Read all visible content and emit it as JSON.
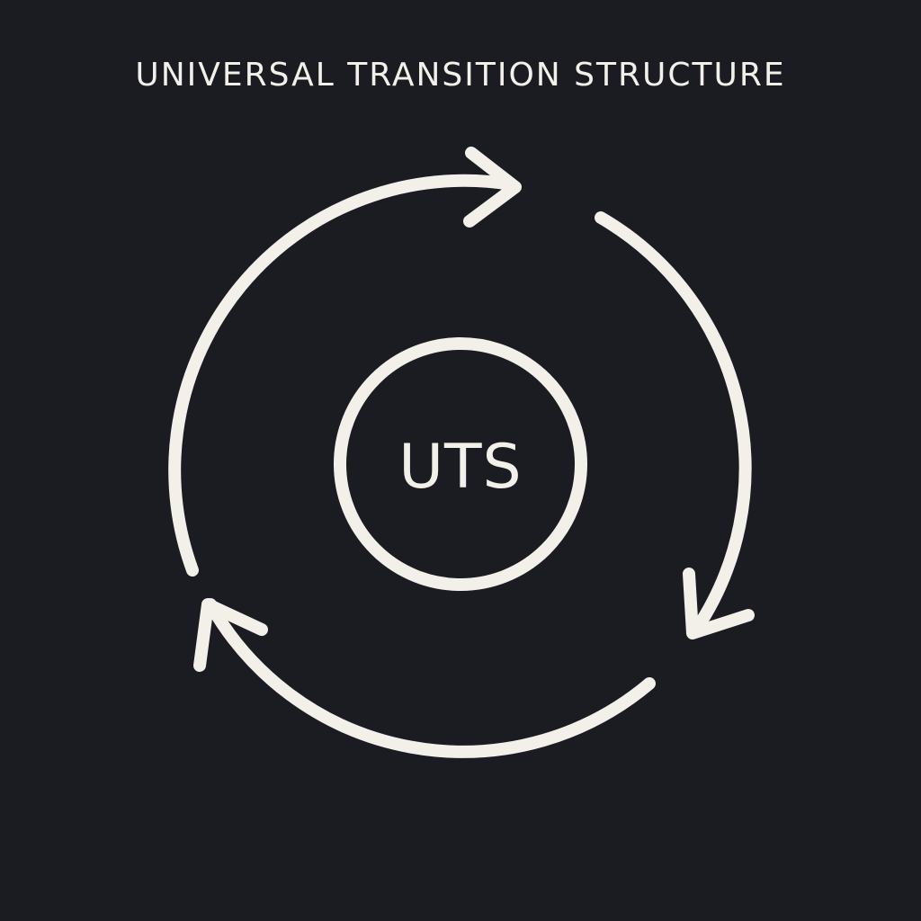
{
  "title": "UNIVERSAL TRANSITION STRUCTURE",
  "center": {
    "label": "UTS"
  },
  "colors": {
    "background": "#1a1c22",
    "stroke": "#f2f0e9"
  },
  "arrows": [
    {
      "name": "top-left-arc",
      "direction": "clockwise"
    },
    {
      "name": "right-arc",
      "direction": "clockwise"
    },
    {
      "name": "bottom-arc",
      "direction": "clockwise"
    }
  ]
}
